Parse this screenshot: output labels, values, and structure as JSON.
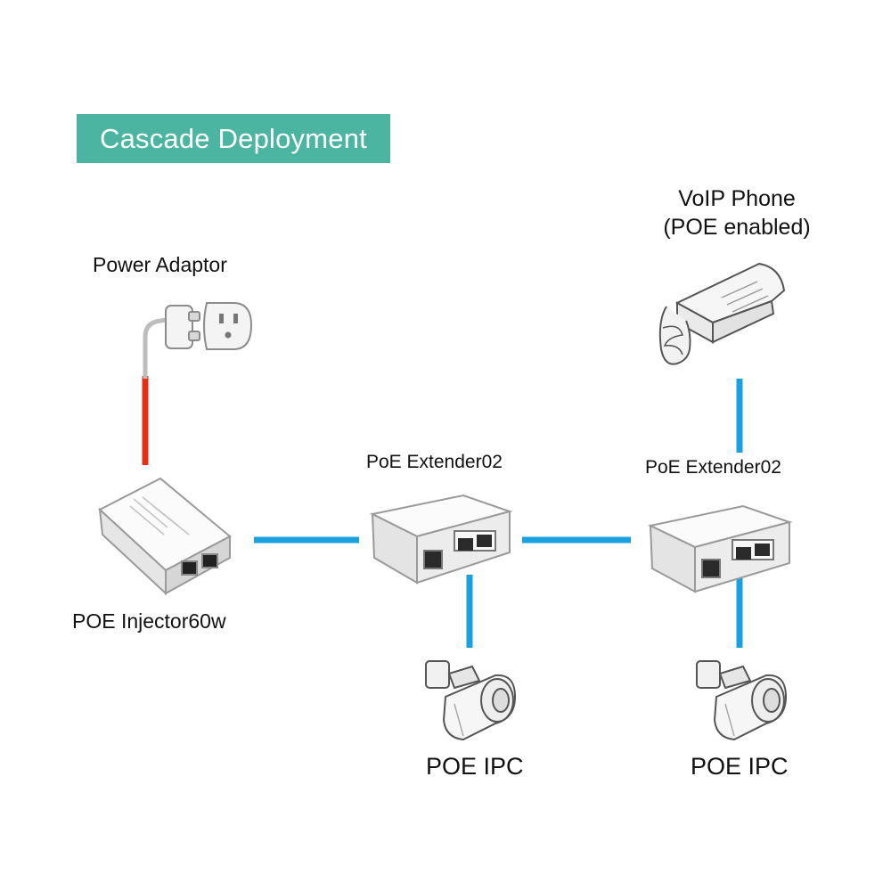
{
  "title": "Cascade Deployment",
  "labels": {
    "power_adaptor": "Power Adaptor",
    "poe_injector": "POE Injector60w",
    "extender_1": "PoE Extender02",
    "extender_2": "PoE Extender02",
    "voip_line1": "VoIP Phone",
    "voip_line2": "(POE enabled)",
    "ipc_1": "POE IPC",
    "ipc_2": "POE IPC"
  },
  "colors": {
    "banner": "#4bb5a2",
    "power_cable": "#e53017",
    "ethernet_link": "#1aa0e0",
    "device_body": "#f2f2f2",
    "device_outline": "#9a9a9a"
  },
  "icons": [
    "power-plug-icon",
    "poe-injector-icon",
    "poe-extender-icon",
    "voip-phone-icon",
    "ip-camera-icon"
  ]
}
